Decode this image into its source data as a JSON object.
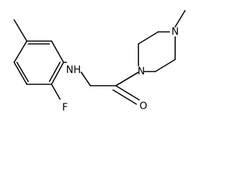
{
  "molecule": {
    "atoms": {
      "nh": "NH",
      "fluorine": "F",
      "oxygen": "O",
      "piperazine_n_amide": "N",
      "piperazine_n_methyl": "N"
    }
  }
}
